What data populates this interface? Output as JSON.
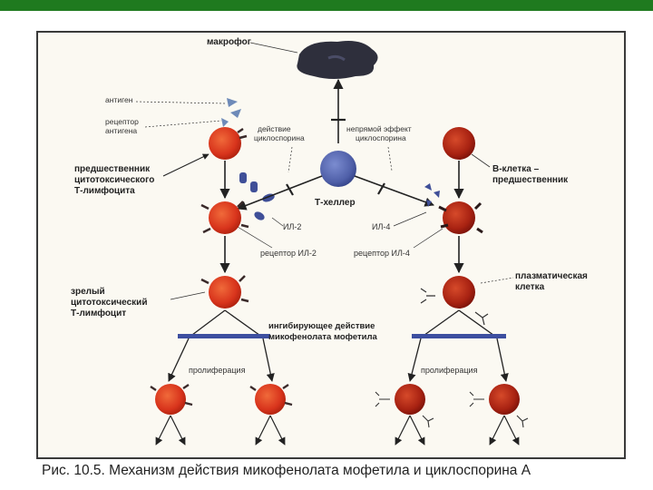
{
  "colors": {
    "top_bar": "#1f7a1f",
    "cell_red": "#d8341c",
    "cell_dark_red": "#9c1a10",
    "t_helper": "#4f5fa8",
    "macrophage": "#2e2f3c",
    "inhibit_bar": "#3d4fa0",
    "receptor": "#3a2a2a",
    "line": "#222222"
  },
  "labels": {
    "macrophage": "макрофог",
    "antigen": "антиген",
    "antigen_receptor_1": "рецептор",
    "antigen_receptor_2": "антигена",
    "cyclosporine_action_1": "действие",
    "cyclosporine_action_2": "циклоспорина",
    "indirect_effect_1": "непрямой эффект",
    "indirect_effect_2": "циклоспорина",
    "precursor_ctl_1": "предшественник",
    "precursor_ctl_2": "цитотоксического",
    "precursor_ctl_3": "Т-лимфоцита",
    "t_helper": "Т-хеллер",
    "b_cell_1": "В-клетка –",
    "b_cell_2": "предшественник",
    "il2": "ИЛ-2",
    "il4": "ИЛ-4",
    "il2_receptor": "рецептор ИЛ-2",
    "il4_receptor": "рецептор ИЛ-4",
    "mature_ctl_1": "зрелый",
    "mature_ctl_2": "цитотоксический",
    "mature_ctl_3": "Т-лимфоцит",
    "plasma_cell_1": "плазматическая",
    "plasma_cell_2": "клетка",
    "inhibit_1": "ингибирующее действие",
    "inhibit_2": "микофенолата мофетила",
    "prolif_left": "пролиферация",
    "prolif_right": "пролиферация"
  },
  "caption": "Рис. 10.5. Механизм действия микофенолата мофетила и циклоспорина А",
  "icons": [
    "macrophage-cell",
    "t-helper-cell",
    "red-lymphocyte-cell",
    "inhibit-bar",
    "arrow"
  ]
}
